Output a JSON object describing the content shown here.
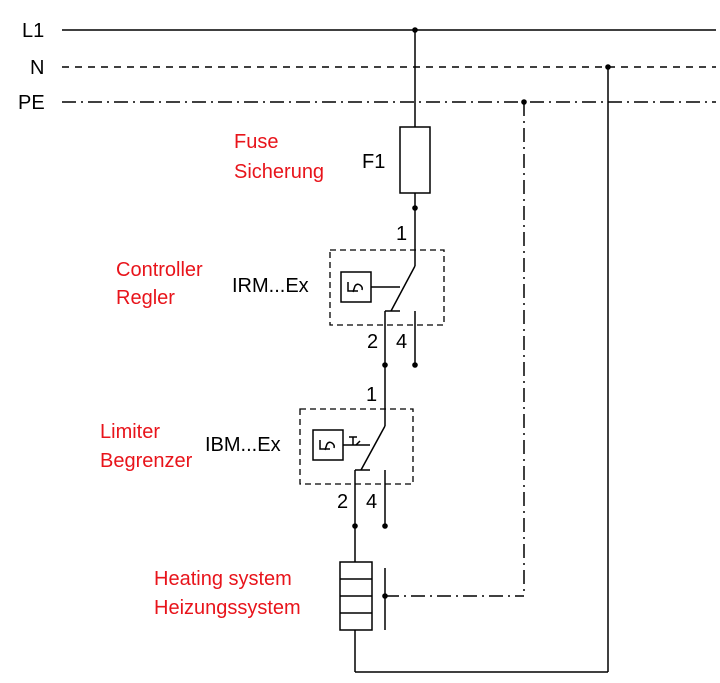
{
  "colors": {
    "line": "#000000",
    "annotation": "#e8141b"
  },
  "rails": {
    "l1": "L1",
    "n": "N",
    "pe": "PE"
  },
  "fuse": {
    "tag": "F1",
    "name_en": "Fuse",
    "name_de": "Sicherung"
  },
  "controller": {
    "tag": "IRM...Ex",
    "name_en": "Controller",
    "name_de": "Regler",
    "terminal_in": "1",
    "terminal_out_a": "2",
    "terminal_out_b": "4"
  },
  "limiter": {
    "tag": "IBM...Ex",
    "name_en": "Limiter",
    "name_de": "Begrenzer",
    "terminal_in": "1",
    "terminal_out_a": "2",
    "terminal_out_b": "4"
  },
  "heater": {
    "name_en": "Heating system",
    "name_de": "Heizungssystem"
  },
  "icons": {
    "controller_symbol": "thermostat-icon",
    "limiter_symbol": "thermal-limiter-icon"
  }
}
